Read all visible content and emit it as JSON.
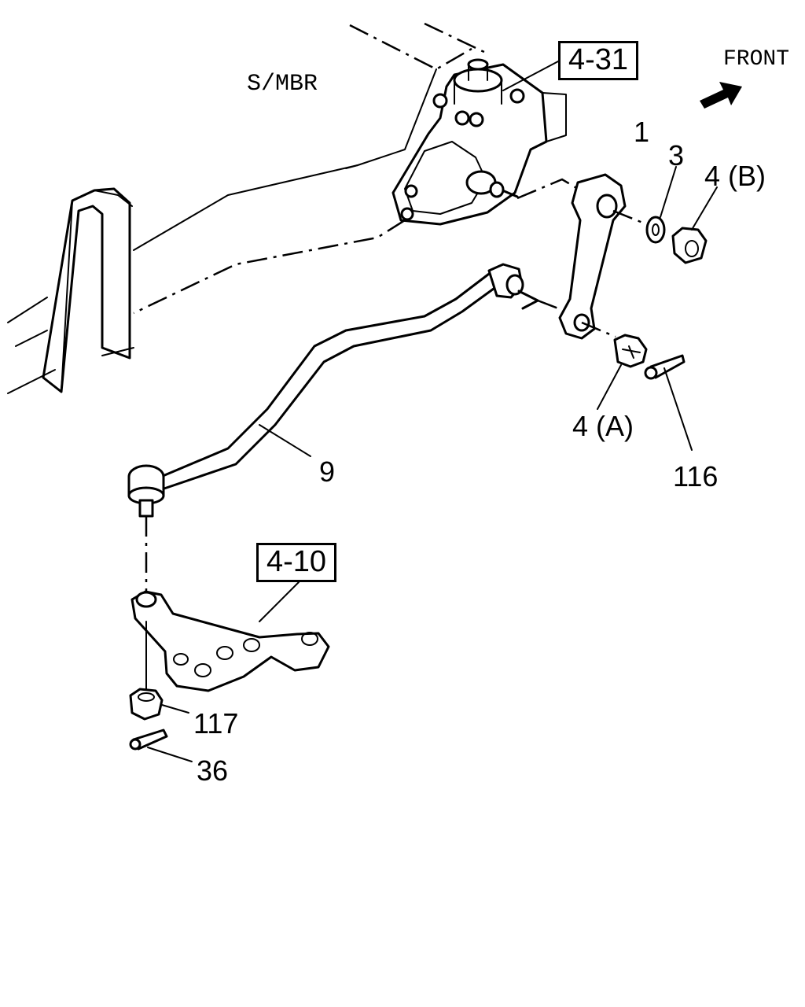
{
  "orientation": {
    "label": "FRONT"
  },
  "frame_label": "S/MBR",
  "references": {
    "steering_gear": "4-31",
    "knuckle_arm": "4-10"
  },
  "callouts": {
    "idler_arm": "1",
    "washer": "3",
    "nut_b": "4 (B)",
    "nut_a": "4 (A)",
    "cotter_pin_a": "116",
    "relay_rod": "9",
    "castle_nut": "117",
    "cotter_pin_b": "36"
  }
}
